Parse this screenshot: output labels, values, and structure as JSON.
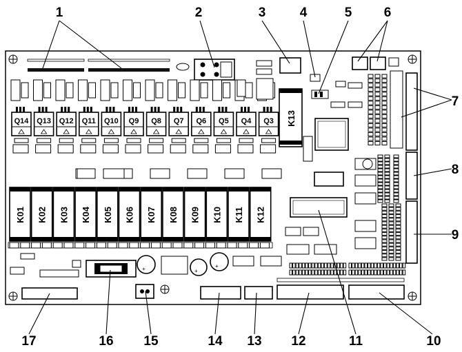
{
  "diagram": {
    "callouts": [
      "1",
      "2",
      "3",
      "4",
      "5",
      "6",
      "7",
      "8",
      "9",
      "10",
      "11",
      "12",
      "13",
      "14",
      "15",
      "16",
      "17"
    ],
    "transistors": [
      "Q14",
      "Q13",
      "Q12",
      "Q11",
      "Q10",
      "Q9",
      "Q8",
      "Q7",
      "Q6",
      "Q5",
      "Q4",
      "Q3"
    ],
    "relays": [
      "K01",
      "K02",
      "K03",
      "K04",
      "K05",
      "K06",
      "K07",
      "K08",
      "K09",
      "K10",
      "K11",
      "K12"
    ],
    "main_relay": "K13"
  }
}
